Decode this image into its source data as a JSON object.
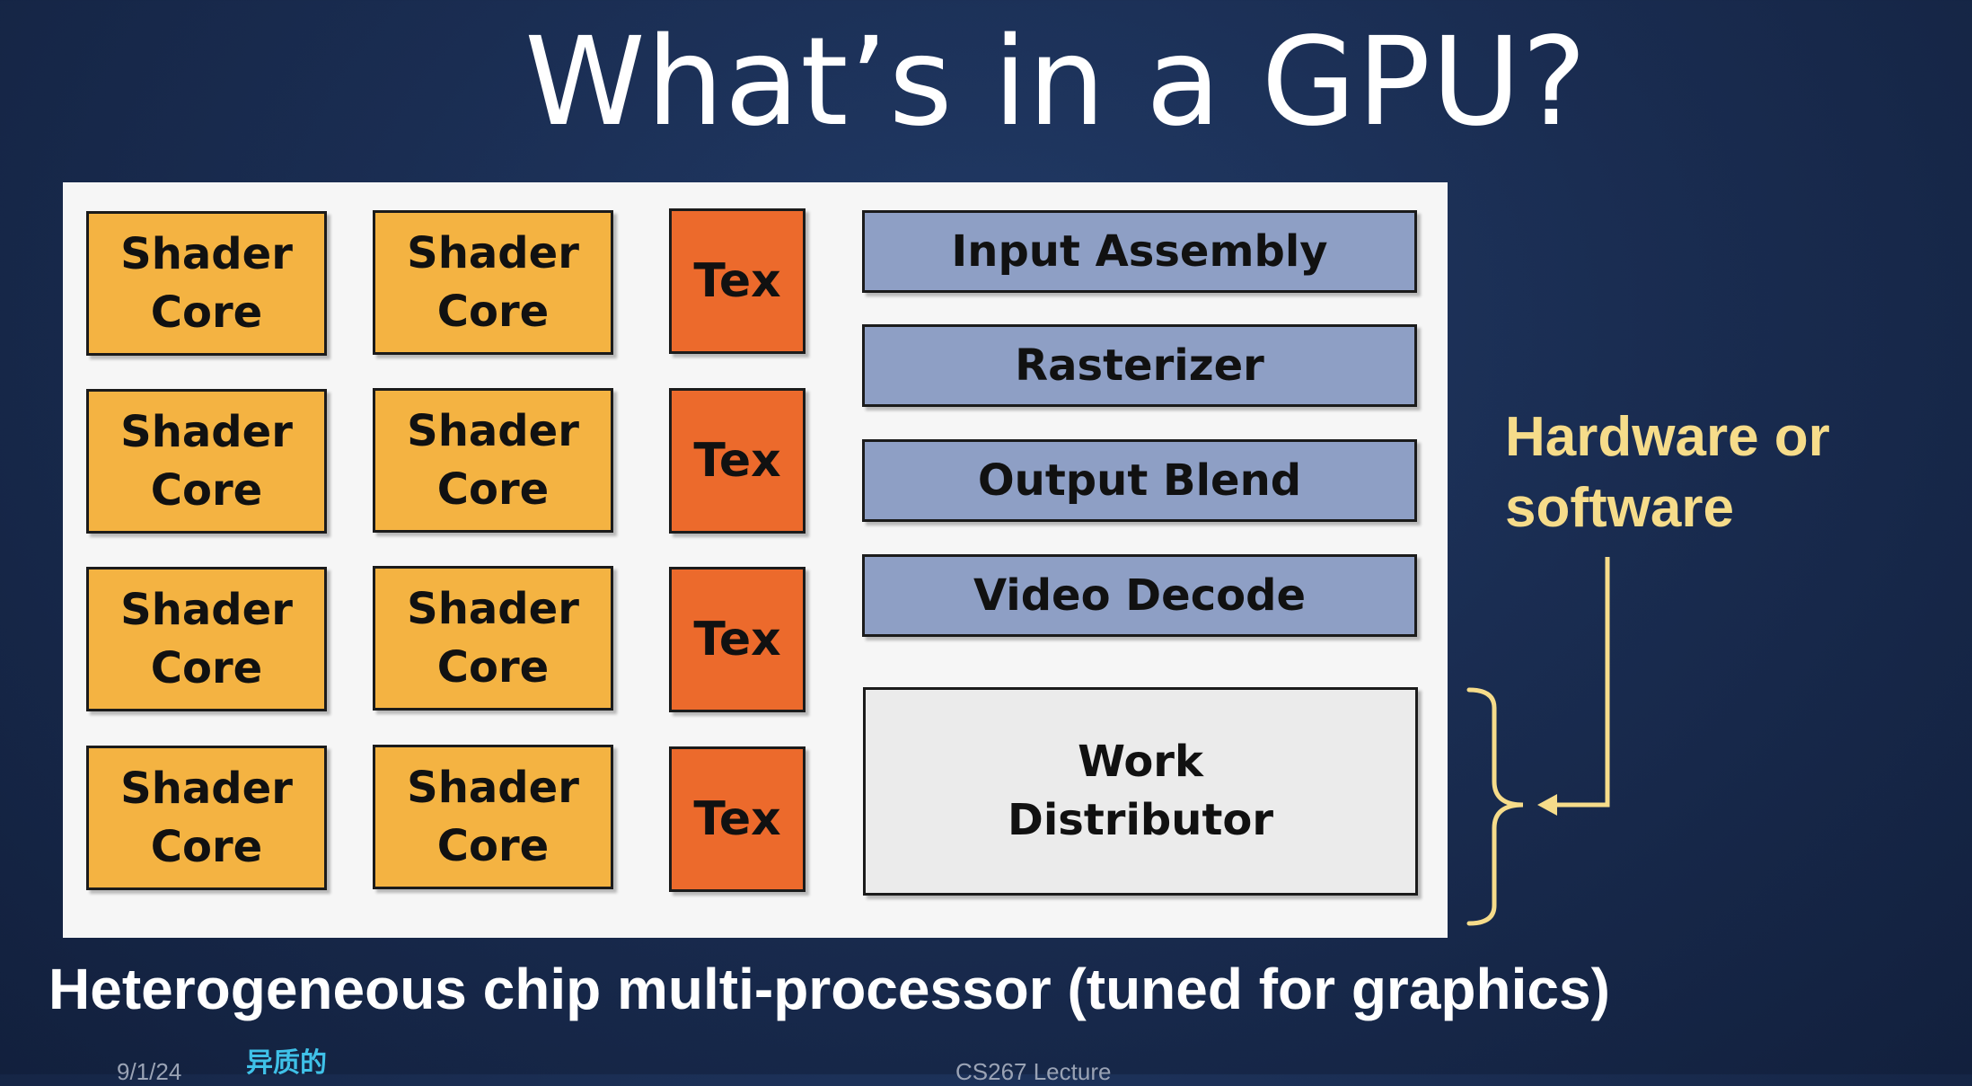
{
  "title": "What’s in a GPU?",
  "shader_label_line1": "Shader",
  "shader_label_line2": "Core",
  "tex_label": "Tex",
  "fixed_function_units": [
    "Input Assembly",
    "Rasterizer",
    "Output Blend",
    "Video Decode"
  ],
  "work_distributor": {
    "line1": "Work",
    "line2": "Distributor"
  },
  "side_label": {
    "line1": "Hardware or",
    "line2": "software"
  },
  "caption": "Heterogeneous chip multi-processor (tuned for graphics)",
  "annotation": "异质的",
  "footer_left": "9/1/24",
  "footer_mid": "CS267 Lecture",
  "colors": {
    "shader_core": "#f4b342",
    "tex": "#ec6a2c",
    "fixed_function": "#8e9fc5",
    "work_distributor": "#ebebeb",
    "side_label": "#f6dc8a",
    "annotation": "#3fc1e8"
  }
}
